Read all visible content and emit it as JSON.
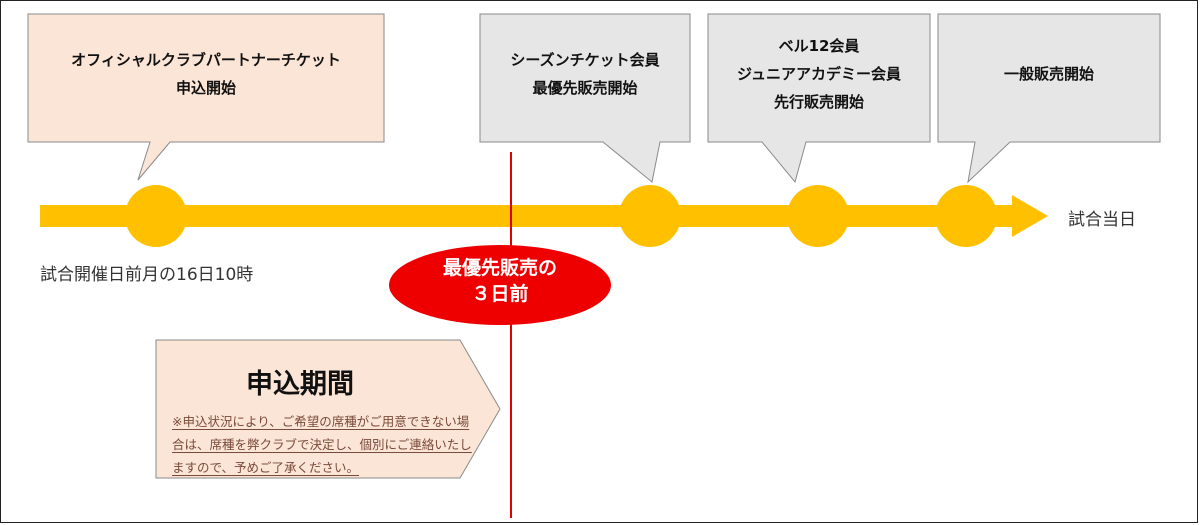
{
  "colors": {
    "timeline": "#FFC000",
    "marker_circle": "#FFC000",
    "red_line": "#E00000",
    "ellipse": "#EE0000",
    "peach_fill": "#FBE5D6",
    "gray_fill": "#E7E6E6"
  },
  "callouts": [
    {
      "lines": [
        "オフィシャルクラブパートナーチケット",
        "申込開始"
      ]
    },
    {
      "lines": [
        "シーズンチケット会員",
        "最優先販売開始"
      ]
    },
    {
      "lines": [
        "ベル12会員",
        "ジュニアアカデミー会員",
        "先行販売開始"
      ]
    },
    {
      "lines": [
        "一般販売開始"
      ]
    }
  ],
  "timeline": {
    "start_label": "試合開催日前月の16日10時",
    "end_label": "試合当日"
  },
  "deadline": {
    "line1": "最優先販売の",
    "line2": "３日前"
  },
  "period": {
    "title": "申込期間",
    "note": "※申込状況により、ご希望の席種がご用意できない場合は、席種を弊クラブで決定し、個別にご連絡いたしますので、予めご了承ください。"
  }
}
